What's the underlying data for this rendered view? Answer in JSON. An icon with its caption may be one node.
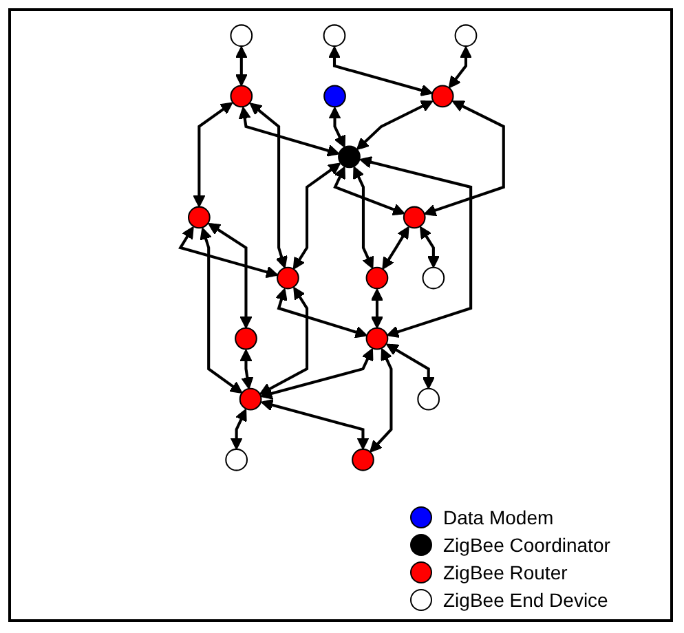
{
  "diagram": {
    "nodes": [
      {
        "text": [],
        "shape": "circle"
      },
      {
        "text": [],
        "shape": "circle"
      },
      {
        "text": [],
        "shape": "circle"
      },
      {
        "text": [],
        "shape": "circle"
      },
      {
        "text": [],
        "shape": "circle"
      },
      {
        "text": [],
        "shape": "circle"
      },
      {
        "text": [],
        "shape": "circle"
      },
      {
        "text": [],
        "shape": "circle"
      },
      {
        "text": [],
        "shape": "circle"
      },
      {
        "text": [],
        "shape": "circle"
      },
      {
        "text": [],
        "shape": "circle"
      },
      {
        "text": [],
        "shape": "circle"
      },
      {
        "text": [],
        "shape": "circle"
      },
      {
        "text": [],
        "shape": "circle"
      },
      {
        "text": [],
        "shape": "circle"
      },
      {
        "text": [],
        "shape": "circle"
      },
      {
        "text": [],
        "shape": "circle"
      },
      {
        "text": [],
        "shape": "circle"
      }
    ],
    "edges": [
      {
        "from": 0,
        "to": 2,
        "arrow": "both"
      },
      {
        "from": 2,
        "to": 1,
        "arrow": "both"
      },
      {
        "from": 2,
        "to": 8,
        "arrow": "both"
      },
      {
        "from": 2,
        "to": 6,
        "arrow": "both"
      },
      {
        "from": 1,
        "to": 6,
        "arrow": "both"
      },
      {
        "from": 1,
        "to": 10,
        "arrow": "both"
      },
      {
        "from": 1,
        "to": 5,
        "arrow": "both"
      },
      {
        "from": 5,
        "to": 10,
        "arrow": "both"
      },
      {
        "from": 4,
        "to": 8,
        "arrow": "both"
      },
      {
        "from": 3,
        "to": 7,
        "arrow": "both"
      },
      {
        "from": 9,
        "to": 7,
        "arrow": "both"
      },
      {
        "from": 7,
        "to": 8,
        "arrow": "both"
      },
      {
        "from": 8,
        "to": 6,
        "arrow": "both"
      },
      {
        "from": 8,
        "to": 13,
        "arrow": "both"
      },
      {
        "from": 8,
        "to": 15,
        "arrow": "both"
      },
      {
        "from": 8,
        "to": 12,
        "arrow": "both"
      },
      {
        "from": 7,
        "to": 13,
        "arrow": "both"
      },
      {
        "from": 13,
        "to": 15,
        "arrow": "both"
      },
      {
        "from": 15,
        "to": 12,
        "arrow": "both"
      },
      {
        "from": 6,
        "to": 12,
        "arrow": "both"
      },
      {
        "from": 6,
        "to": 10,
        "arrow": "both"
      },
      {
        "from": 12,
        "to": 10,
        "arrow": "both"
      },
      {
        "from": 10,
        "to": 11,
        "arrow": "both"
      },
      {
        "from": 10,
        "to": 14,
        "arrow": "both"
      },
      {
        "from": 12,
        "to": 14,
        "arrow": "both"
      },
      {
        "from": 12,
        "to": 16,
        "arrow": "both"
      },
      {
        "from": 13,
        "to": 17,
        "arrow": "both"
      }
    ],
    "legend": [
      {
        "text": "Data Modem",
        "color": "#0000ff"
      },
      {
        "text": "ZigBee Coordinator",
        "color": "#000000"
      },
      {
        "text": "ZigBee Router",
        "color": "#ff0000"
      },
      {
        "text": "ZigBee End Device",
        "color": "#ffffff"
      }
    ]
  }
}
